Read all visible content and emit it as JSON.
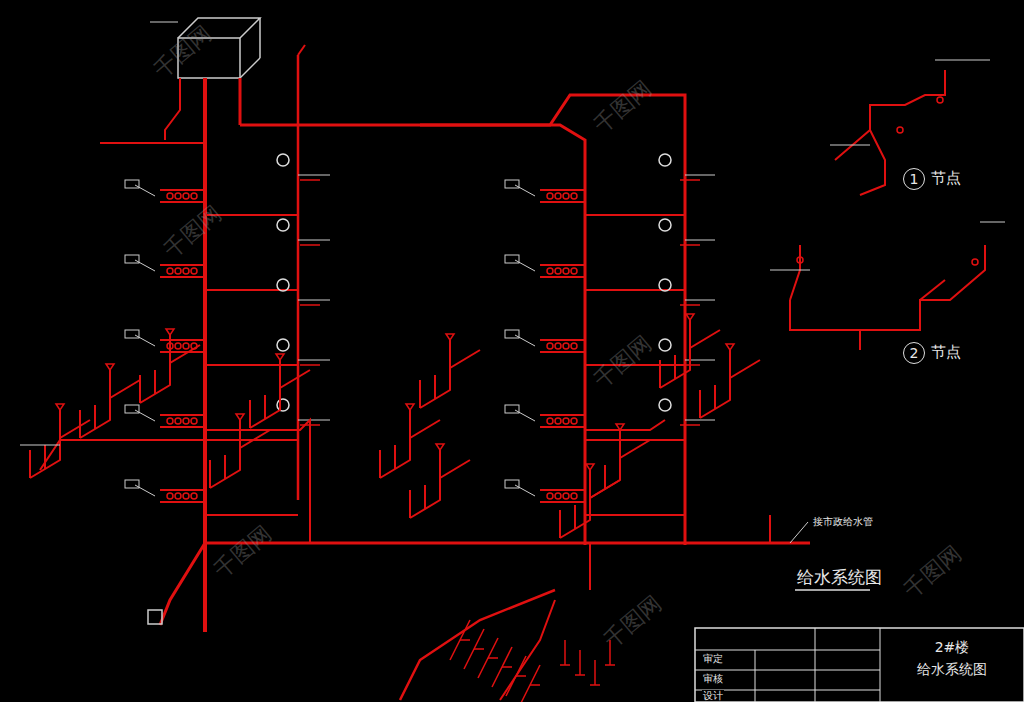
{
  "diagram": {
    "title": "给水系统图",
    "nodes": [
      {
        "text": [
          "1",
          "节点"
        ]
      },
      {
        "text": [
          "2",
          "节点"
        ]
      },
      {
        "text": [
          "2#楼",
          "给水系统图"
        ]
      }
    ],
    "edges": [],
    "labels": [
      "接市政给水管",
      "审定",
      "审核",
      "设计",
      "千图网",
      "千图网",
      "千图网",
      "千图网",
      "千图网",
      "千图网",
      "千图网"
    ]
  }
}
